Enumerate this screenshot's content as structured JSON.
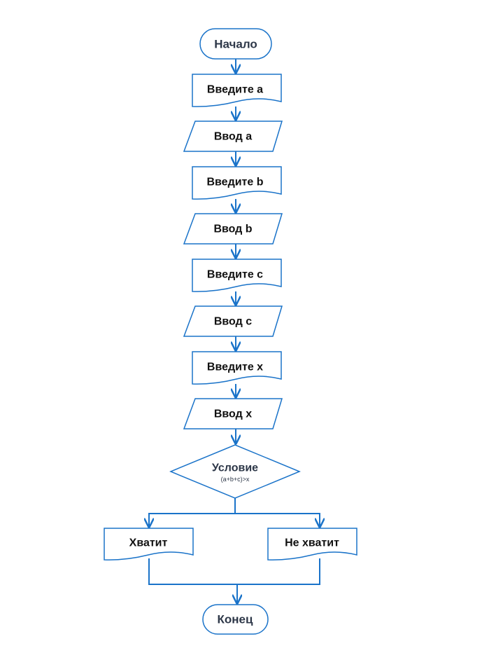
{
  "diagram": {
    "stroke_color": "#1a73c9",
    "fill_color": "#ffffff",
    "start": {
      "label": "Начало"
    },
    "steps": [
      {
        "type": "document",
        "label": "Введите a"
      },
      {
        "type": "io",
        "label": "Ввод a"
      },
      {
        "type": "document",
        "label": "Введите b"
      },
      {
        "type": "io",
        "label": "Ввод b"
      },
      {
        "type": "document",
        "label": "Введите c"
      },
      {
        "type": "io",
        "label": "Ввод c"
      },
      {
        "type": "document",
        "label": "Введите x"
      },
      {
        "type": "io",
        "label": "Ввод x"
      }
    ],
    "decision": {
      "label": "Условие",
      "expression": "(a+b+c)>x"
    },
    "branches": {
      "left": {
        "label": "Хватит"
      },
      "right": {
        "label": "Не хватит"
      }
    },
    "end": {
      "label": "Конец"
    }
  }
}
